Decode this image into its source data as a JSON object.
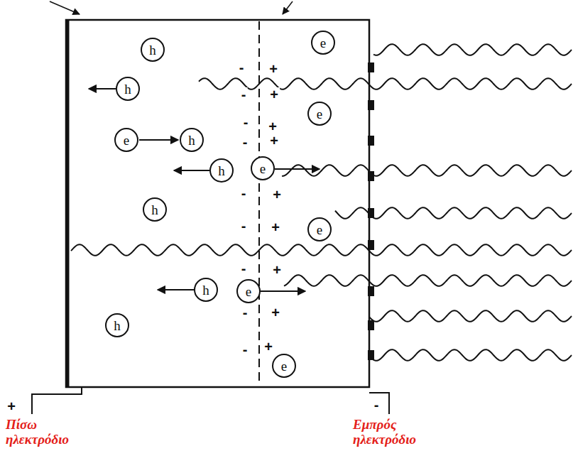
{
  "diagram": {
    "nodes": [
      {
        "text": [
          "h"
        ]
      },
      {
        "text": [
          "e"
        ]
      },
      {
        "text": [
          "h"
        ]
      },
      {
        "text": [
          "e"
        ]
      },
      {
        "text": [
          "e"
        ]
      },
      {
        "text": [
          "h"
        ]
      },
      {
        "text": [
          "h"
        ]
      },
      {
        "text": [
          "e"
        ]
      },
      {
        "text": [
          "h"
        ]
      },
      {
        "text": [
          "e"
        ]
      },
      {
        "text": [
          "h"
        ]
      },
      {
        "text": [
          "e"
        ]
      },
      {
        "text": [
          "h"
        ]
      },
      {
        "text": [
          "e"
        ]
      }
    ],
    "edges": [
      {
        "from": 4,
        "to": 5,
        "arrow": "to"
      }
    ],
    "labels": [
      "-",
      "+",
      "-",
      "+",
      "-",
      "+",
      "-",
      "+",
      "-",
      "+",
      "-",
      "+",
      "-",
      "+",
      "-",
      "+",
      "-",
      "+",
      "+",
      "Πίσω ηλεκτρόδιο",
      "-",
      "Εμπρός ηλεκτρόδιο"
    ]
  }
}
